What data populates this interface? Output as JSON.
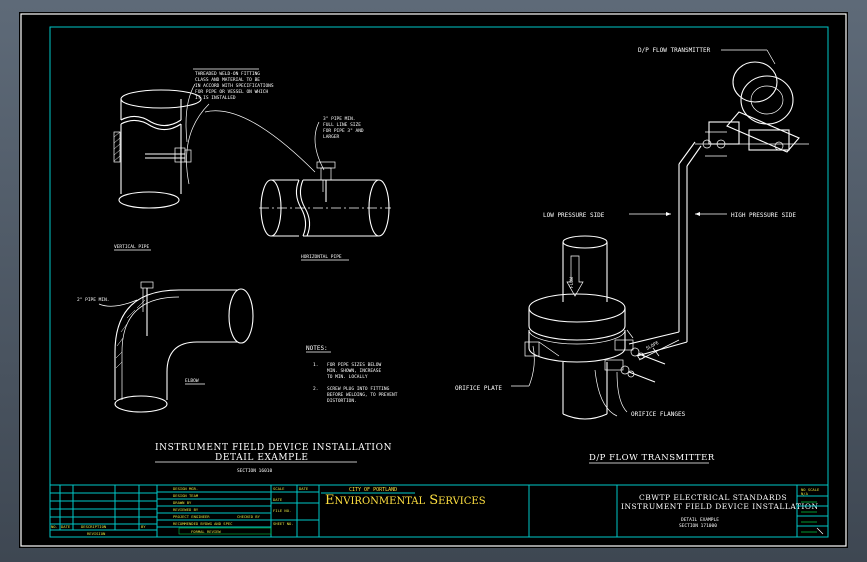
{
  "notes": {
    "weld_on_fitting": [
      "THREADED WELD-ON FITTING",
      "CLASS AND MATERIAL TO BE",
      "IN ACCORD WITH SPECIFICATIONS",
      "FOR PIPE OR VESSEL ON WHICH",
      "IT IS INSTALLED"
    ],
    "pipe_min_right": [
      "3\" PIPE MIN.",
      "FULL LINE SIZE",
      "FOR PIPE 3\" AND",
      "LARGER"
    ],
    "pipe_min_left": "2\" PIPE MIN.",
    "vertical_pipe": "VERTICAL PIPE",
    "horizontal_pipe": "HORIZONTAL PIPE",
    "elbow": "ELBOW",
    "notes_heading": "NOTES:",
    "note_1": [
      "1.",
      "FOR PIPE SIZES BELOW",
      "MIN. SHOWN, INCREASE",
      "TO MIN. LOCALLY"
    ],
    "note_2": [
      "2.",
      "SCREW PLUG INTO FITTING",
      "BEFORE WELDING, TO PREVENT",
      "DISTORTION."
    ]
  },
  "left_title": {
    "line1": "INSTRUMENT FIELD DEVICE INSTALLATION",
    "line2": "DETAIL EXAMPLE",
    "section": "SECTION 16010"
  },
  "right_labels": {
    "transmitter": "D/P FLOW TRANSMITTER",
    "low_side": "LOW PRESSURE SIDE",
    "high_side": "HIGH PRESSURE SIDE",
    "flow": "FLOW",
    "slope": "SLOPE",
    "orifice_plate": "ORIFICE PLATE",
    "orifice_flanges": "ORIFICE FLANGES",
    "title": "D/P FLOW TRANSMITTER"
  },
  "title_block": {
    "city": "CITY OF PORTLAND",
    "org_prefix_big": "E",
    "org_word1": "NVIRONMENTAL",
    "org_prefix2": "S",
    "org_word2": "ERVICES",
    "std_line1": "CBWTP ELECTRICAL STANDARDS",
    "std_line2": "INSTRUMENT FIELD DEVICE INSTALLATION",
    "sub_line1": "DETAIL EXAMPLE",
    "sub_line2": "SECTION 171000",
    "revision": "REVISION",
    "no_label": "NO.",
    "date_label": "DATE",
    "desc_label": "DESCRIPTION",
    "by_label": "BY",
    "fields": [
      "DESIGN MGR.",
      "DESIGN TEAM",
      "DRAWN BY",
      "REVIEWED BY",
      "PROJECT ENGINEER",
      "RECOMMENDED BY"
    ],
    "checked_by": "CHECKED BY",
    "date_field": "DATE",
    "dwg_label": "DWG AND SPEC",
    "file_label": "FORMAL REVIEW",
    "boxes": [
      "SCALE",
      "DATE",
      "FILE NO.",
      "SHEET NO."
    ],
    "corner": [
      "NO SCALE",
      "N/A"
    ]
  },
  "colors": {
    "background": "#000000",
    "frame": "#00c8c8",
    "linework": "#ffffff",
    "accent": "#e0e040"
  }
}
